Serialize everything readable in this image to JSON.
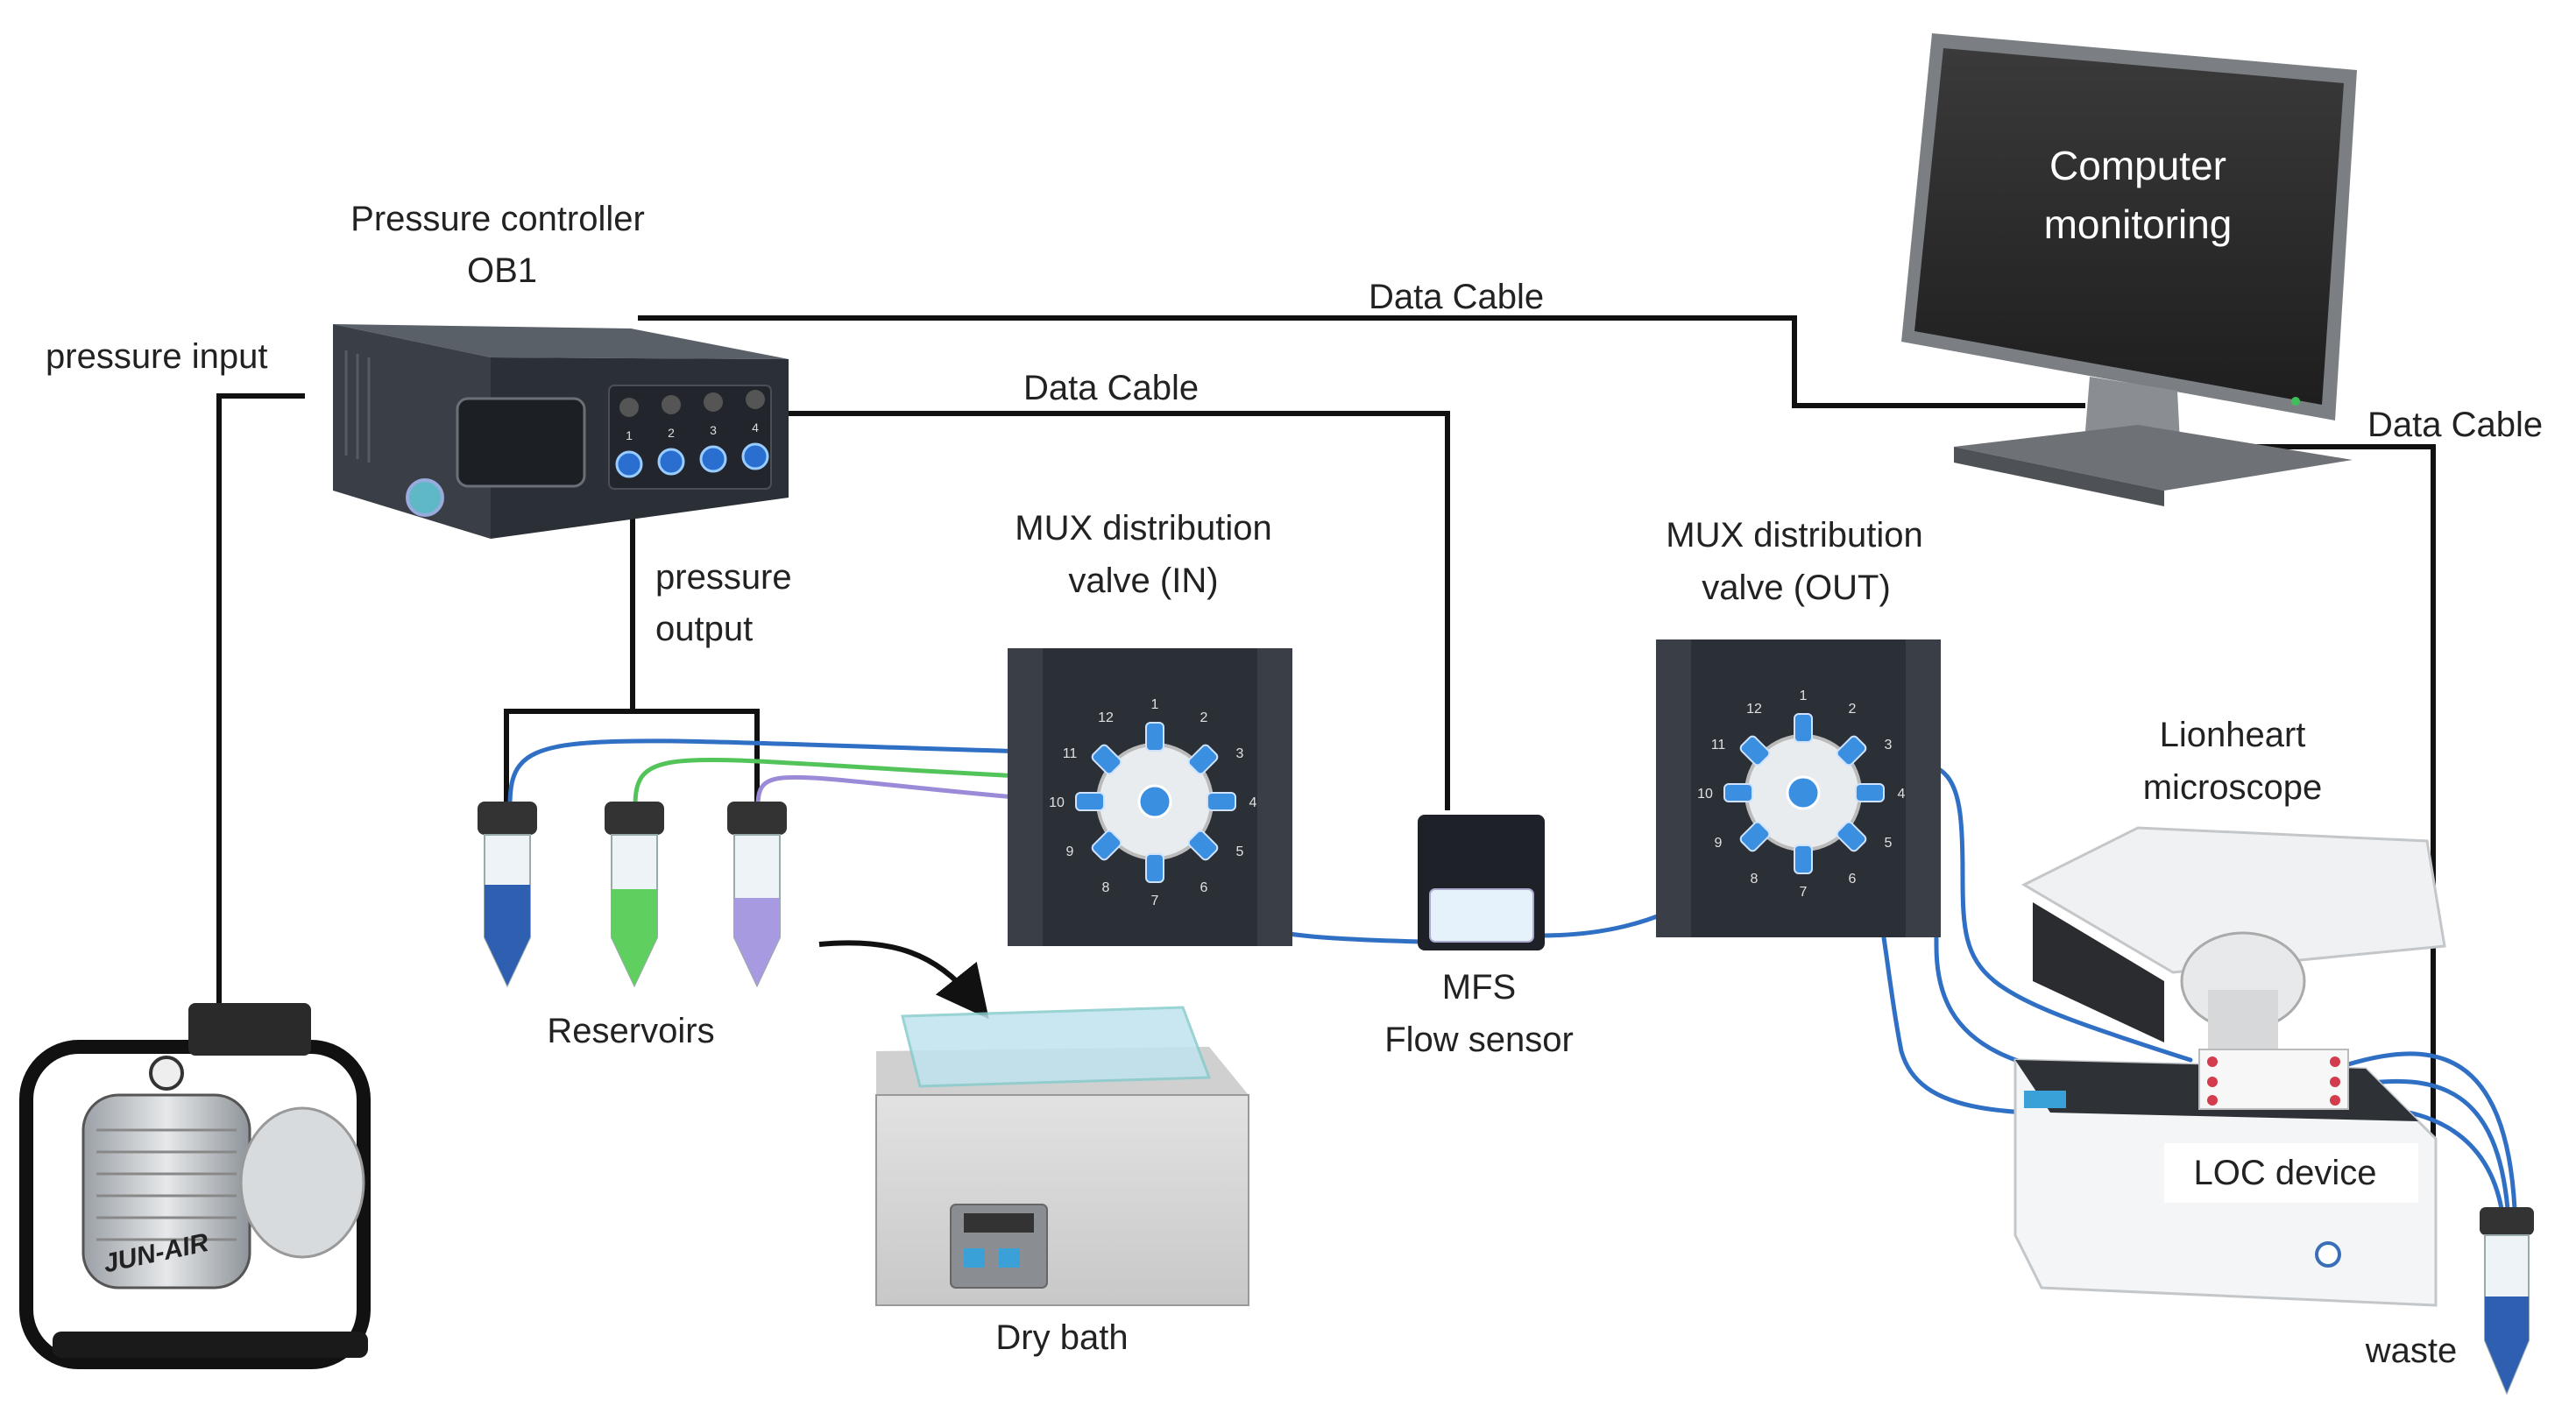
{
  "labels": {
    "pressure_controller": "Pressure controller",
    "ob1": "OB1",
    "pressure_input": "pressure input",
    "pressure_output_1": "pressure",
    "pressure_output_2": "output",
    "data_cable_top": "Data Cable",
    "data_cable_mid": "Data Cable",
    "data_cable_right": "Data Cable",
    "computer_1": "Computer",
    "computer_2": "monitoring",
    "mux_in_1": "MUX distribution",
    "mux_in_2": "valve (IN)",
    "mux_out_1": "MUX distribution",
    "mux_out_2": "valve (OUT)",
    "reservoirs": "Reservoirs",
    "mfs": "MFS",
    "flow_sensor": "Flow sensor",
    "dry_bath": "Dry bath",
    "lionheart_1": "Lionheart",
    "lionheart_2": "microscope",
    "loc_device": "LOC device",
    "waste": "waste",
    "compressor_brand": "JUN-AIR"
  },
  "valve_numbers": [
    "1",
    "2",
    "3",
    "4",
    "5",
    "6",
    "7",
    "8",
    "9",
    "10",
    "11",
    "12"
  ],
  "controller_ports": [
    "1",
    "2",
    "3",
    "4"
  ],
  "colors": {
    "cable": "#111111",
    "tube_blue": "#2f6fc4",
    "tube_green": "#52c45a",
    "tube_purple": "#9a8ad8",
    "liquid_blue": "#2f5fb0",
    "liquid_green": "#5fcf5f",
    "liquid_purple": "#a89ae0",
    "device_dark": "#2b2f36",
    "valve_port": "#3a8fe0"
  }
}
